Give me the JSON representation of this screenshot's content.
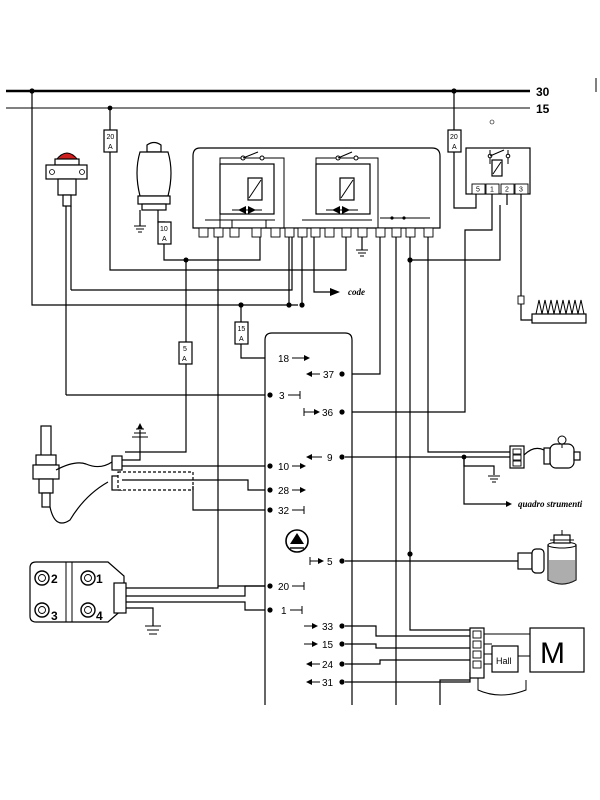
{
  "bus": {
    "line_30": "30",
    "line_15": "15"
  },
  "fuses": [
    {
      "id": "f20a",
      "value": "20",
      "unit": "A"
    },
    {
      "id": "f10a",
      "value": "10",
      "unit": "A"
    },
    {
      "id": "f20b",
      "value": "20",
      "unit": "A"
    },
    {
      "id": "f15",
      "value": "15",
      "unit": "A"
    },
    {
      "id": "f5",
      "value": "5",
      "unit": "A"
    }
  ],
  "relay_pins": [
    "5",
    "1",
    "2",
    "3"
  ],
  "labels": {
    "code": "code",
    "instrument_panel": "quadro strumenti",
    "hall": "Hall",
    "motor": "M"
  },
  "ecu_pins": {
    "p18": "18",
    "p37": "37",
    "p3": "3",
    "p36": "36",
    "p9": "9",
    "p10": "10",
    "p28": "28",
    "p32": "32",
    "p5": "5",
    "p20": "20",
    "p1": "1",
    "p33": "33",
    "p15": "15",
    "p24": "24",
    "p31": "31"
  },
  "coil_terminals": {
    "t1": "1",
    "t2": "2",
    "t3": "3",
    "t4": "4"
  },
  "colors": {
    "ink": "#000000",
    "warning_lamp": "#cc1f1f",
    "background": "#ffffff"
  }
}
